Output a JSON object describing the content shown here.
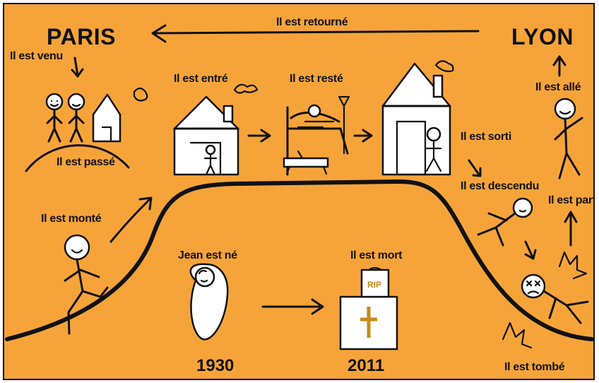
{
  "cities": {
    "left": "PARIS",
    "right": "LYON"
  },
  "labels": {
    "retourne": "Il est retourné",
    "venu": "Il est venu",
    "passe": "Il est passé",
    "entre": "Il est entré",
    "reste": "Il est resté",
    "sorti": "Il est sorti",
    "alle": "Il est allé",
    "descendu": "Il est descendu",
    "parti": "Il est parti",
    "monte": "Il est monté",
    "ne": "Jean est né",
    "mort": "Il est mort",
    "tombe": "Il est tombé",
    "rip": "RIP"
  },
  "years": {
    "birth": "1930",
    "death": "2011"
  },
  "colors": {
    "background": "#f6a43a",
    "ink": "#111111",
    "paper": "#ffffff"
  }
}
